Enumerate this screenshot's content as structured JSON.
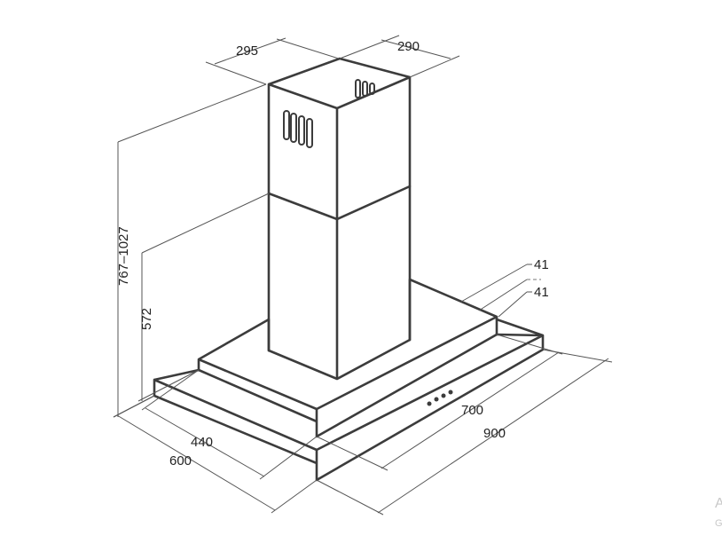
{
  "dimensions": {
    "chimney_width_left": "295",
    "chimney_width_right": "290",
    "total_height": "767–1027",
    "chimney_lower_height": "572",
    "top_panel_thickness": "41",
    "bottom_panel_thickness": "41",
    "upper_width": "700",
    "lower_width": "900",
    "upper_depth": "440",
    "lower_depth": "600"
  },
  "watermark": {
    "line1": "A",
    "line2": "G"
  },
  "colors": {
    "outline": "#3c3c3c",
    "dimension_line": "#555555"
  }
}
